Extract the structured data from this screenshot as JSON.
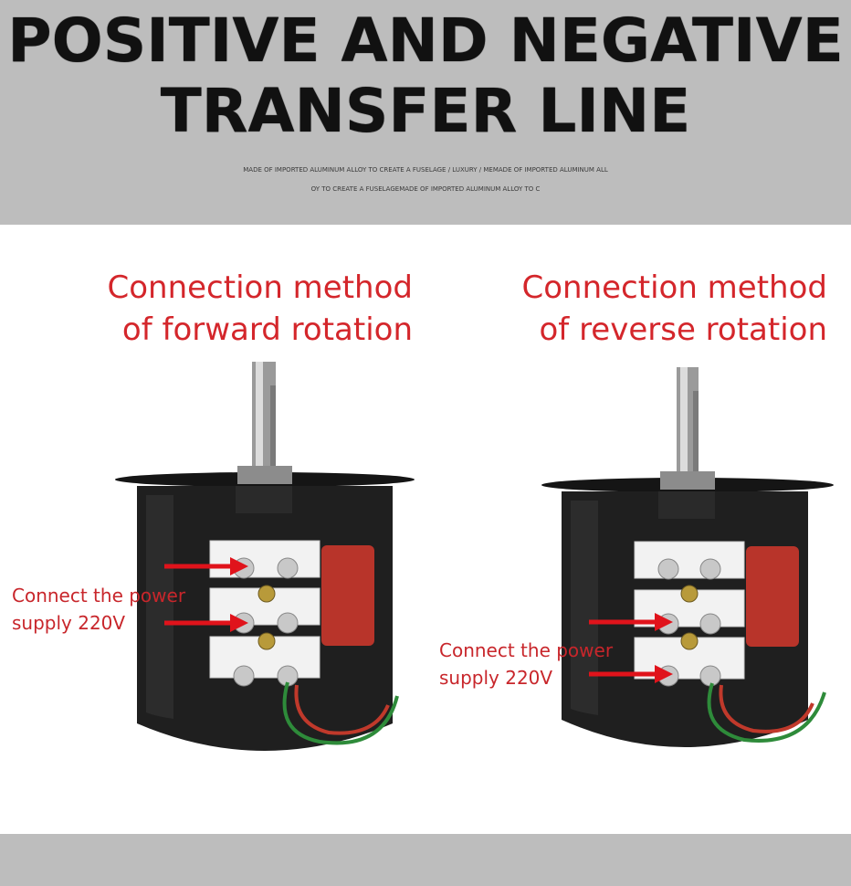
{
  "header": {
    "title_line1": "POSITIVE AND NEGATIVE",
    "title_line2": "TRANSFER LINE",
    "fine_print_line1": "MADE OF IMPORTED ALUMINUM ALLOY TO CREATE A FUSELAGE / LUXURY / MEMADE OF IMPORTED ALUMINUM ALL",
    "fine_print_line2": "OY TO CREATE A FUSELAGEMADE OF IMPORTED ALUMINUM ALLOY TO C"
  },
  "forward": {
    "caption_line1": "Connection method",
    "caption_line2": "of forward rotation",
    "power_line1": "Connect the power",
    "power_line2": "supply 220V"
  },
  "reverse": {
    "caption_line1": "Connection method",
    "caption_line2": "of reverse rotation",
    "power_line1": "Connect the power",
    "power_line2": "supply 220V"
  },
  "colors": {
    "accent_red": "#d4262b",
    "motor_body": "#1c1c1c",
    "terminal_white": "#f2f2f2",
    "capacitor_red": "#b8342a",
    "background_gray": "#bdbdbd"
  }
}
